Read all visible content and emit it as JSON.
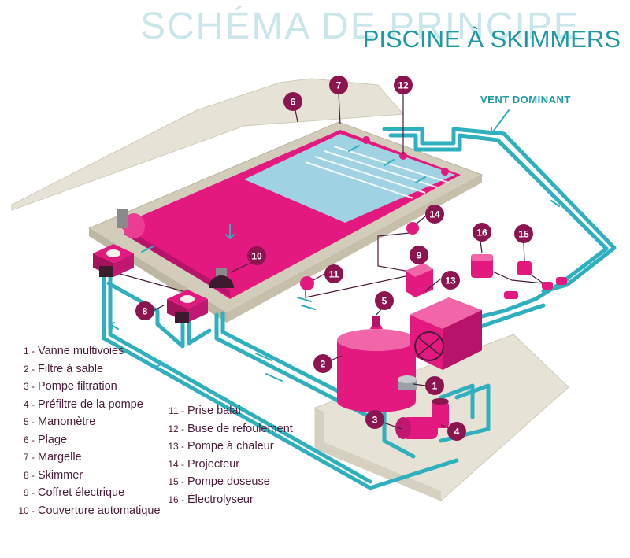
{
  "header": {
    "title": "SCHÉMA DE PRINCIPE",
    "subtitle": "PISCINE À SKIMMERS"
  },
  "wind_label": "VENT DOMINANT",
  "legend_left": [
    {
      "num": "1 -",
      "text": "Vanne multivoies"
    },
    {
      "num": "2 -",
      "text": "Filtre à sable"
    },
    {
      "num": "3 -",
      "text": "Pompe filtration"
    },
    {
      "num": "4 -",
      "text": "Préfiltre de la pompe"
    },
    {
      "num": "5 -",
      "text": "Manomètre"
    },
    {
      "num": "6 -",
      "text": "Plage"
    },
    {
      "num": "7 -",
      "text": "Margelle"
    },
    {
      "num": "8 -",
      "text": "Skimmer"
    },
    {
      "num": "9 -",
      "text": "Coffret électrique"
    },
    {
      "num": "10 -",
      "text": "Couverture automatique"
    }
  ],
  "legend_right": [
    {
      "num": "11 -",
      "text": "Prise balai"
    },
    {
      "num": "12 -",
      "text": "Buse de refoulement"
    },
    {
      "num": "13 -",
      "text": "Pompe à chaleur"
    },
    {
      "num": "14 -",
      "text": "Projecteur"
    },
    {
      "num": "15 -",
      "text": "Pompe doseuse"
    },
    {
      "num": "16 -",
      "text": "Électrolyseur"
    }
  ],
  "markers": {
    "m1": "1",
    "m2": "2",
    "m3": "3",
    "m4": "4",
    "m5": "5",
    "m6": "6",
    "m7": "7",
    "m8": "8",
    "m9": "9",
    "m10": "10",
    "m11": "11",
    "m12": "12",
    "m13": "13",
    "m14": "14",
    "m15": "15",
    "m16": "16"
  },
  "colors": {
    "magenta": "#e4197f",
    "plum": "#8c1550",
    "dark_plum": "#4a1b38",
    "teal": "#2fb0be",
    "water": "#9fd2e2",
    "deck": "#e6e3d6",
    "coping": "#d2cdba"
  }
}
